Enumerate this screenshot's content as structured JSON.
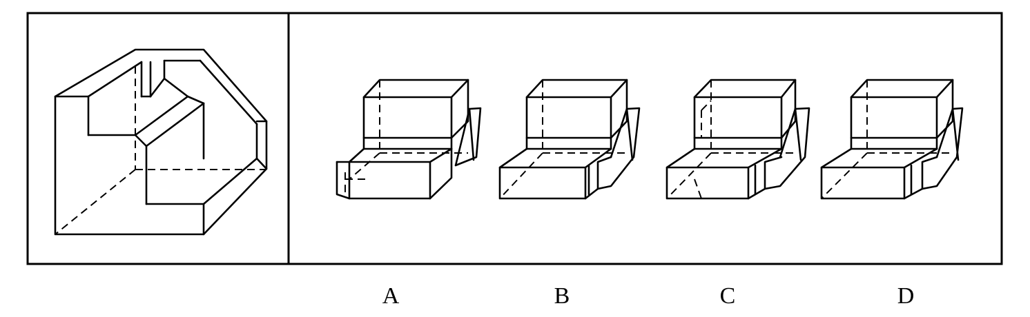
{
  "options": [
    {
      "label": "A"
    },
    {
      "label": "B"
    },
    {
      "label": "C"
    },
    {
      "label": "D"
    }
  ]
}
